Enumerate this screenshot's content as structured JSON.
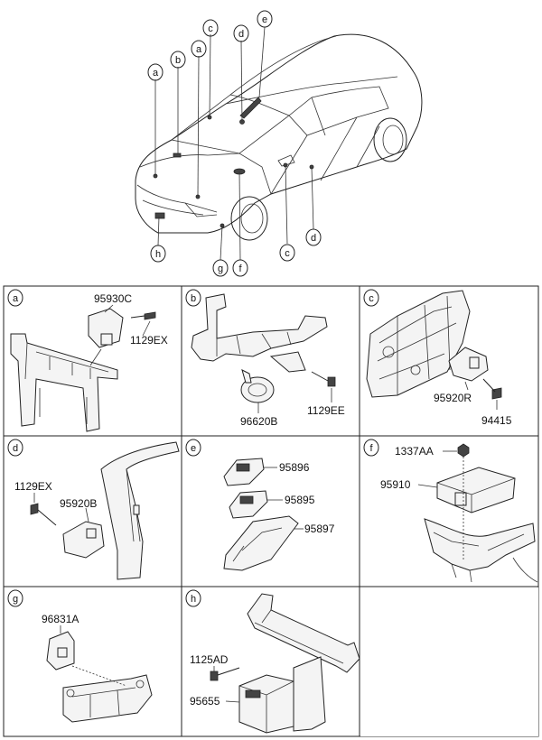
{
  "car_callouts": [
    "a",
    "b",
    "c",
    "a",
    "d",
    "e",
    "h",
    "g",
    "f",
    "c",
    "d"
  ],
  "panels": [
    {
      "letter": "a",
      "parts": [
        "95930C",
        "1129EX"
      ]
    },
    {
      "letter": "b",
      "parts": [
        "96620B",
        "1129EE"
      ]
    },
    {
      "letter": "c",
      "parts": [
        "95920R",
        "94415"
      ]
    },
    {
      "letter": "d",
      "parts": [
        "1129EX",
        "95920B"
      ]
    },
    {
      "letter": "e",
      "parts": [
        "95896",
        "95895",
        "95897"
      ]
    },
    {
      "letter": "f",
      "parts": [
        "1337AA",
        "95910"
      ]
    },
    {
      "letter": "g",
      "parts": [
        "96831A"
      ]
    },
    {
      "letter": "h",
      "parts": [
        "1125AD",
        "95655"
      ]
    }
  ]
}
